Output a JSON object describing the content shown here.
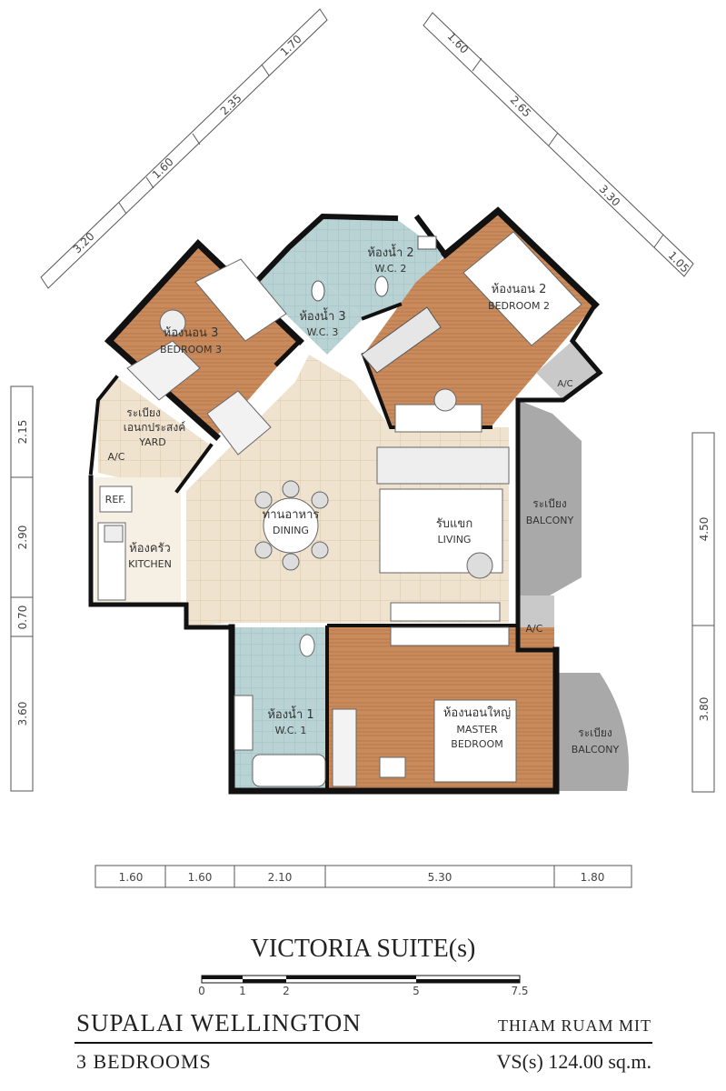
{
  "project": {
    "unit_type": "VICTORIA SUITE(s)",
    "name": "SUPALAI WELLINGTON",
    "location": "THIAM RUAM MIT",
    "bedrooms": "3 BEDROOMS",
    "area": "VS(s) 124.00 sq.m."
  },
  "scale_bar": {
    "ticks": [
      "0",
      "1",
      "2",
      "5",
      "7.5"
    ]
  },
  "rooms": {
    "bedroom3": {
      "th": "ห้องนอน 3",
      "en": "BEDROOM 3"
    },
    "wc3": {
      "th": "ห้องน้ำ 3",
      "en": "W.C. 3"
    },
    "wc2": {
      "th": "ห้องน้ำ 2",
      "en": "W.C. 2"
    },
    "bedroom2": {
      "th": "ห้องนอน 2",
      "en": "BEDROOM 2"
    },
    "yard": {
      "th1": "ระเบียง",
      "th2": "เอนกประสงค์",
      "en": "YARD",
      "ac": "A/C"
    },
    "ref": "REF.",
    "kitchen": {
      "th": "ห้องครัว",
      "en": "KITCHEN"
    },
    "dining": {
      "th": "ทานอาหาร",
      "en": "DINING"
    },
    "living": {
      "th": "รับแขก",
      "en": "LIVING"
    },
    "balcony1": {
      "th": "ระเบียง",
      "en": "BALCONY"
    },
    "ac_right": "A/C",
    "ac_top": "A/C",
    "wc1": {
      "th": "ห้องน้ำ 1",
      "en": "W.C. 1"
    },
    "master": {
      "th": "ห้องนอนใหญ่",
      "en1": "MASTER",
      "en2": "BEDROOM"
    },
    "balcony2": {
      "th": "ระเบียง",
      "en": "BALCONY"
    }
  },
  "dimensions": {
    "bottom": [
      "1.60",
      "1.60",
      "2.10",
      "5.30",
      "1.80"
    ],
    "left": [
      "2.15",
      "2.90",
      "0.70",
      "3.60"
    ],
    "right": [
      "4.50",
      "3.80"
    ],
    "top_left": [
      "3.20",
      "1.60",
      "2.35",
      "1.70"
    ],
    "top_right": [
      "1.60",
      "2.65",
      "3.30",
      "1.05"
    ]
  },
  "colors": {
    "wall": "#111111",
    "wood_floor": "#c98b5c",
    "tile_floor": "#efe3cf",
    "wet_floor": "#b9d3d5",
    "balcony": "#a9a9a9"
  }
}
